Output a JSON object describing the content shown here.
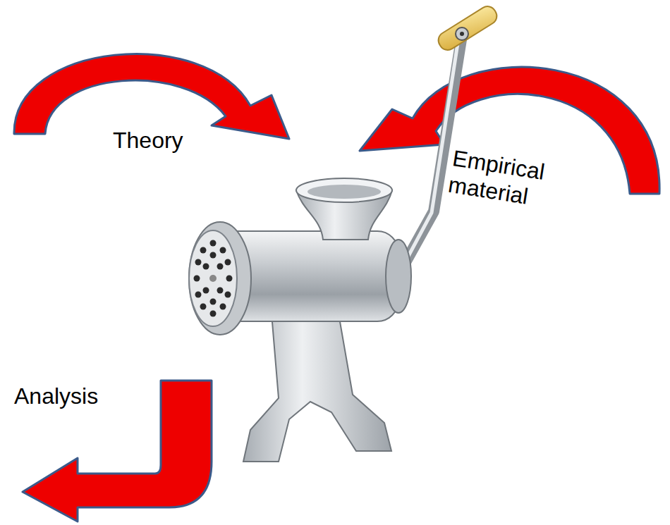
{
  "diagram": {
    "labels": [
      "Theory",
      "Empirical material",
      "Analysis"
    ]
  }
}
